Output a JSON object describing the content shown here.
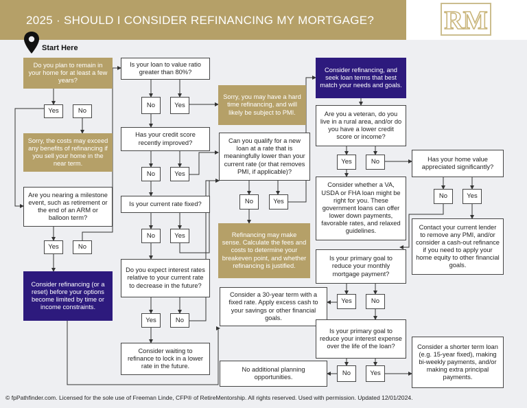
{
  "header": {
    "title": "2025 · SHOULD I CONSIDER REFINANCING MY MORTGAGE?"
  },
  "logo": {
    "letters": "RM"
  },
  "start_label": "Start Here",
  "nodes": {
    "q_remain": "Do you plan to remain in your home for at least a few years?",
    "a1_yes": "Yes",
    "a1_no": "No",
    "sorry_costs": "Sorry, the costs may exceed any benefits of refinancing if you sell your home in the near term.",
    "q_milestone": "Are you nearing a milestone event, such as retirement or the end of an ARM or balloon term?",
    "a2_yes": "Yes",
    "a2_no": "No",
    "consider_reset": "Consider refinancing (or a reset) before your options become limited by time or income constraints.",
    "q_ltv": "Is your loan to value ratio greater than 80%?",
    "a3_no": "No",
    "a3_yes": "Yes",
    "sorry_hard": "Sorry, you may have a hard time refinancing, and will likely be subject to PMI.",
    "q_credit": "Has your credit score recently improved?",
    "a4_no": "No",
    "a4_yes": "Yes",
    "q_fixed": "Is your current rate fixed?",
    "a5_no": "No",
    "a5_yes": "Yes",
    "q_expect": "Do you expect interest rates relative to your current rate to decrease in the future?",
    "a6_yes": "Yes",
    "a6_no": "No",
    "consider_wait": "Consider waiting to refinance to lock in a lower rate in the future.",
    "q_qualify": "Can you qualify for a new loan at a rate that is meaningfully lower than your current rate (or that removes PMI, if applicable)?",
    "a7_no": "No",
    "a7_yes": "Yes",
    "refi_sense": "Refinancing may make sense. Calculate the fees and costs to determine your breakeven point, and whether refinancing is justified.",
    "consider_30": "Consider a 30-year term with a fixed rate. Apply excess cash to your savings or other financial goals.",
    "no_planning": "No additional planning opportunities.",
    "consider_refi_terms": "Consider refinancing, and seek loan terms that best match your needs and goals.",
    "q_veteran": "Are you a veteran, do you live in a rural area, and/or do you have a lower credit score or income?",
    "a8_yes": "Yes",
    "a8_no": "No",
    "consider_va": "Consider whether a VA, USDA or FHA loan might be right for you. These government loans can offer lower down payments, favorable rates, and relaxed guidelines.",
    "q_monthly": "Is your primary goal to reduce your monthly mortgage payment?",
    "a9_yes": "Yes",
    "a9_no": "No",
    "q_interest": "Is your primary goal to reduce your interest expense over the life of the loan?",
    "a10_no": "No",
    "a10_yes": "Yes",
    "q_appreciated": "Has your home value appreciated significantly?",
    "a11_no": "No",
    "a11_yes": "Yes",
    "contact_lender": "Contact your current lender to remove any PMI, and/or consider a cash-out refinance if you need to apply your home equity to other financial goals.",
    "consider_shorter": "Consider a shorter term loan (e.g. 15-year fixed), making bi-weekly payments, and/or making extra principal payments."
  },
  "footer": "© fpPathfinder.com. Licensed for the sole use of Freeman Linde, CFP® of RetireMentorship. All rights reserved. Used with permission. Updated 12/01/2024."
}
